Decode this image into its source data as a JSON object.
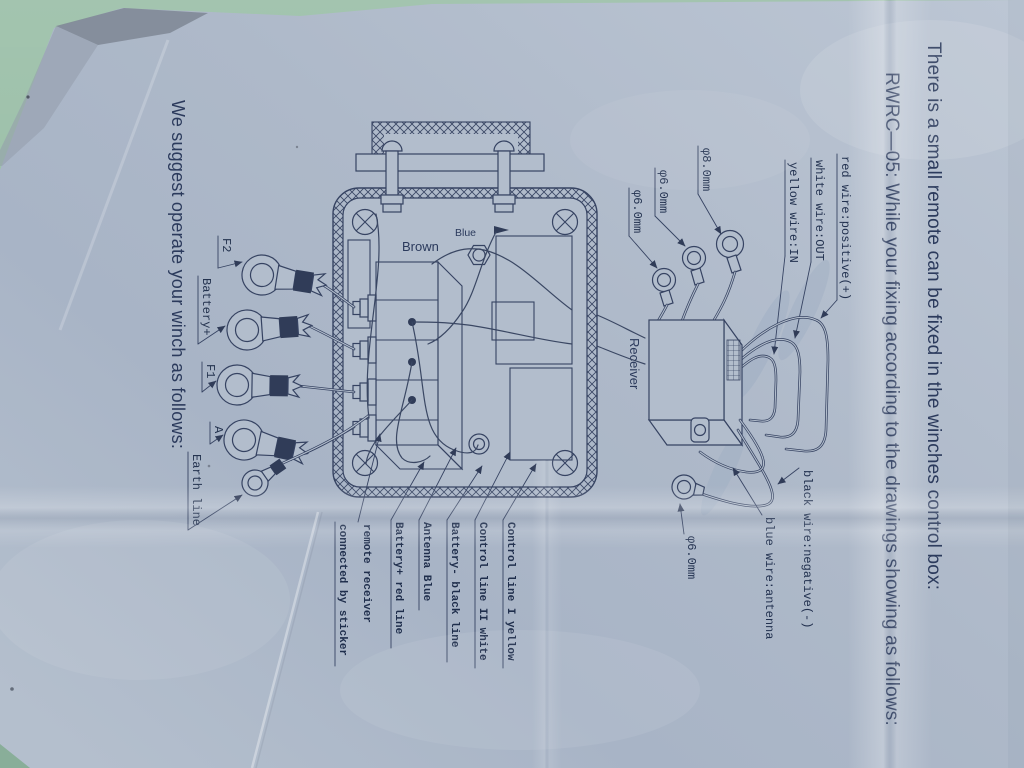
{
  "document": {
    "heading_line1": "There is a small remote can be fixed in the winches control box:",
    "heading_line2": "RWRC—05: While your fixing according to the drawings showing as follows:",
    "suggest_line": "We suggest operate your winch as follows:"
  },
  "receiver": {
    "label": "Receiver",
    "wire_labels": {
      "red": "red wire:positive(+)",
      "white": "white wire:OUT",
      "yellow": "yellow wire:IN",
      "black": "black wire:negative(-)",
      "blue": "blue wire:antenna"
    },
    "gauge_labels": {
      "g8": "φ8.0mm",
      "g6a": "φ6.0mm",
      "g6b": "φ6.0mm",
      "g6c": "φ6.0mm"
    }
  },
  "control_box": {
    "wire_brown": "Brown",
    "wire_blue": "Blue"
  },
  "terminals": {
    "f2": "F2",
    "battery_plus": "Battery+",
    "f1": "F1",
    "a": "A",
    "earth": "Earth line"
  },
  "connection_list": {
    "l1": "Control line I yellow",
    "l2": "Control line II white",
    "l3": "Battery-  black line",
    "l4": "Antenna Blue",
    "l5": "Battery+ red line",
    "l6a": "remote receiver",
    "l6b": "connected by sticker"
  },
  "colors": {
    "ink": "#364362",
    "paper": "#b2bdcc",
    "table_green": "#9cc0a9"
  }
}
